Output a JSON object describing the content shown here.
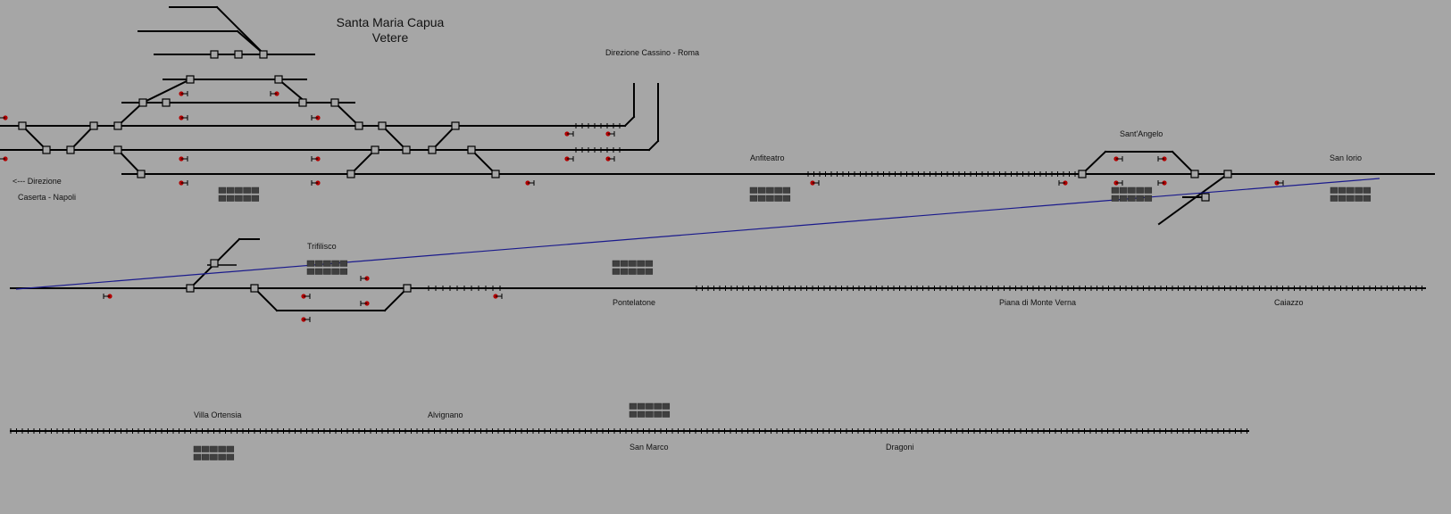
{
  "colors": {
    "background": "#a6a6a6",
    "track": "#000000",
    "signal": "#b00000",
    "link_line": "#1a1a8c",
    "platform": "#404040"
  },
  "title": {
    "line1": "Santa Maria Capua",
    "line2": "Vetere"
  },
  "labels": {
    "direzione_cassino": "Direzione Cassino - Roma",
    "direzione_caserta_1": "<--- Direzione",
    "direzione_caserta_2": "Caserta - Napoli",
    "anfiteatro": "Anfiteatro",
    "sant_angelo": "Sant'Angelo",
    "san_iorio": "San Iorio",
    "trifilisco": "Trifilisco",
    "pontelatone": "Pontelatone",
    "piana_di_monte_verna": "Piana di Monte Verna",
    "caiazzo": "Caiazzo",
    "villa_ortensia": "Villa Ortensia",
    "alvignano": "Alvignano",
    "san_marco": "San Marco",
    "dragoni": "Dragoni"
  },
  "icons": {
    "switch": "switch-box-icon",
    "signal": "signal-icon",
    "platform": "platform-icon"
  }
}
